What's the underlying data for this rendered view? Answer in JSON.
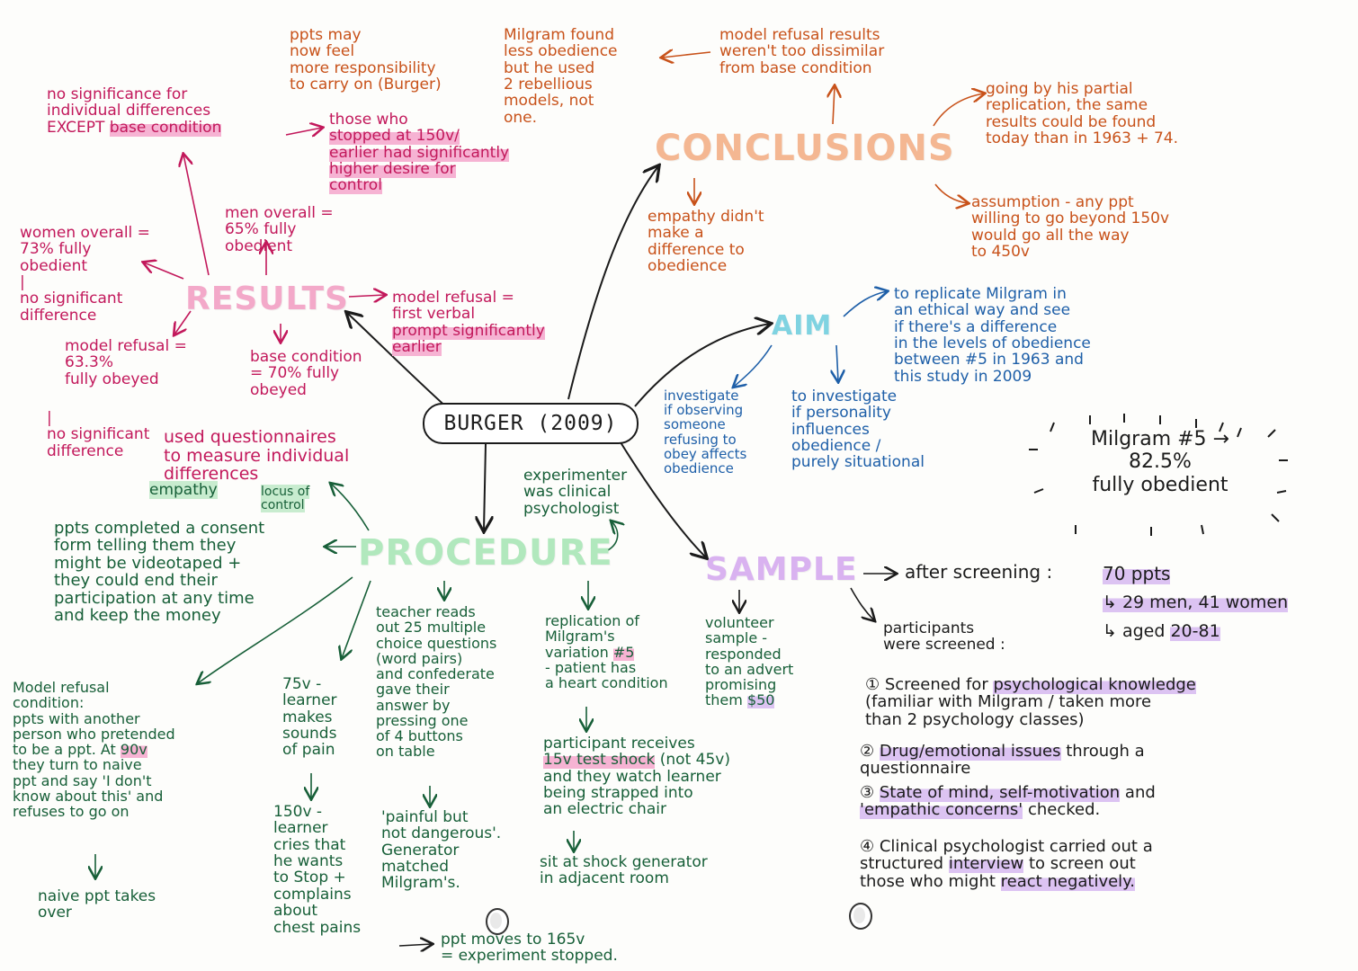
{
  "center": {
    "title": "BURGER (2009)"
  },
  "branches": {
    "conclusions": "CONCLUSIONS",
    "results": "RESULTS",
    "aim": "AIM",
    "procedure": "PROCEDURE",
    "sample": "SAMPLE"
  },
  "conclusions": {
    "n1": "ppts may\nnow feel\nmore responsibility\nto carry on (Burger)",
    "n2": "Milgram found\nless obedience\nbut he used\n2 rebellious\nmodels, not\none.",
    "n3": "model refusal results\nweren't too dissimilar\nfrom base condition",
    "n4": "going by his partial\nreplication, the same\nresults could be found\ntoday than in 1963 + 74.",
    "n5": "assumption - any ppt\nwilling to go beyond 150v\nwould go all the way\nto 450v",
    "n6": "empathy didn't\nmake a\ndifference to\nobedience"
  },
  "results": {
    "nosig_pre": "no significance for\nindividual differences\nEXCEPT ",
    "nosig_hl": "base condition",
    "stopped_pre": "those who\n",
    "stopped_hl": "stopped at 150v/\nearlier had significantly\nhigher desire for\ncontrol",
    "men": "men overall =\n65% fully\nobedient",
    "women": "women overall =\n73% fully\nobedient\n|\nno significant\ndifference",
    "model_women": "model refusal =\n63.3%\nfully obeyed",
    "base": "base condition\n= 70% fully\nobeyed",
    "model_first_pre": "model refusal =\nfirst verbal\n",
    "model_first_hl": "prompt significantly\nearlier",
    "no_sig_bottom": "|\nno significant\ndifference",
    "questionnaires": "used questionnaires\nto measure individual\ndifferences",
    "empathy": "empathy",
    "locus": "locus of\ncontrol"
  },
  "aim": {
    "text": "to replicate Milgram in\nan ethical way and see\nif there's a difference\nin the levels of obedience\nbetween #5 in 1963 and\nthis study in 2009",
    "investigate1": "investigate\nif observing\nsomeone\nrefusing to\nobey affects\nobedience",
    "investigate2": "to investigate\nif personality\ninfluences\nobedience /\npurely situational"
  },
  "milgram": {
    "text": "Milgram #5 →\n82.5%\nfully obedient"
  },
  "procedure": {
    "consent": "ppts completed a consent\nform telling them they\nmight be videotaped +\nthey could end their\nparticipation at any time\nand keep the money",
    "clinical": "experimenter\nwas clinical\npsychologist",
    "model_pre": "Model refusal\ncondition:\nppts with another\nperson who pretended\nto be a ppt. At ",
    "model_hl": "90v",
    "model_post": "\nthey turn to naive\nppt and say 'I don't\nknow about this' and\nrefuses to go on",
    "naive": "naive ppt takes\nover",
    "v75": "75v -\nlearner\nmakes\nsounds\nof pain",
    "v150": "150v -\nlearner\ncries that\nhe wants\nto Stop +\ncomplains\nabout\nchest pains",
    "teacher": "teacher reads\nout 25 multiple\nchoice questions\n(word pairs)\nand confederate\ngave their\nanswer by\npressing one\nof 4 buttons\non table",
    "painful": "'painful but\nnot dangerous'.\nGenerator\nmatched\nMilgram's.",
    "replication_pre": "replication of\nMilgram's\nvariation ",
    "replication_hl": "#5",
    "replication_post": "\n- patient has\na heart condition",
    "receives_pre": "participant receives\n",
    "receives_hl": "15v test shock",
    "receives_post": " (not 45v)\nand they watch learner\nbeing strapped into\nan electric chair",
    "generator": "sit at shock generator\nin adjacent room",
    "stopped": "ppt moves to 165v\n= experiment stopped."
  },
  "sample": {
    "volunteer_pre": "volunteer\nsample -\nresponded\nto an advert\npromising\nthem ",
    "volunteer_hl": "$50",
    "after": "after screening :",
    "ppts": "70 ppts",
    "men_women": "↳ 29 men, 41 women",
    "aged_pre": "↳ aged ",
    "aged_hl": "20-81",
    "screened": "participants\nwere screened :",
    "s1_pre": "① Screened for ",
    "s1_hl": "psychological knowledge",
    "s1_post": "\n(familiar with Milgram / taken more\nthan 2 psychology classes)",
    "s2_pre": "② ",
    "s2_hl": "Drug/emotional issues",
    "s2_post": " through a\nquestionnaire",
    "s3_pre": "③ ",
    "s3_hl": "State of mind, self-motivation",
    "s3_mid": " and\n",
    "s3_hl2": "'empathic concerns'",
    "s3_post": " checked.",
    "s4_pre": "④ Clinical psychologist carried out a\nstructured ",
    "s4_hl": "interview",
    "s4_mid": " to screen out\nthose who might ",
    "s4_hl2": "react negatively."
  },
  "colors": {
    "results": "#c2185b",
    "conclusions": "#c8521a",
    "aim": "#1e5fa8",
    "procedure": "#175f38",
    "sample": "#7b3fa0",
    "highlight_pink": "#f6b3d3",
    "highlight_violet": "#dcc3f2"
  }
}
